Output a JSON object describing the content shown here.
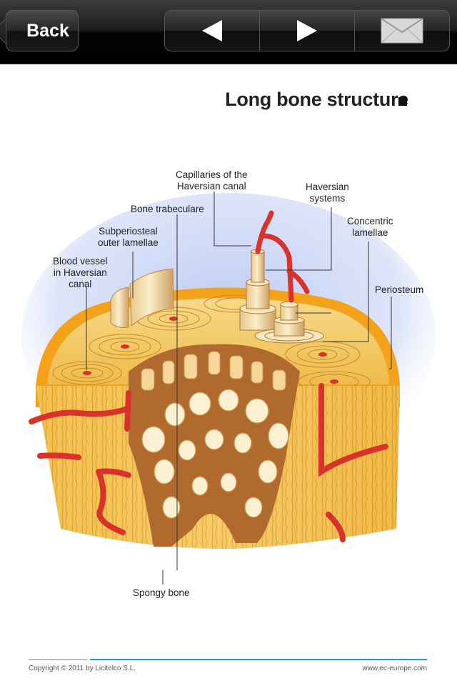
{
  "navbar": {
    "back_label": "Back"
  },
  "page": {
    "title": "Long bone structure"
  },
  "labels": {
    "capillaries": [
      "Capillaries of the",
      "Haversian canal"
    ],
    "haversian_systems": [
      "Haversian",
      "systems"
    ],
    "bone_trabeculare": "Bone trabeculare",
    "subperiosteal": [
      "Subperiosteal",
      "outer lamellae"
    ],
    "concentric": [
      "Concentric",
      "lamellae"
    ],
    "blood_vessel": [
      "Blood vessel",
      "in Haversian",
      "canal"
    ],
    "periosteum": "Periosteum",
    "spongy_bone": "Spongy bone"
  },
  "footer": {
    "copyright": "Copyright © 2011 by Licitelco S.L.",
    "url": "www.ec-europe.com"
  },
  "colors": {
    "accent_blue": "#1e9be0",
    "bone_orange": "#f3a21a",
    "vessel_red": "#d8322a"
  }
}
